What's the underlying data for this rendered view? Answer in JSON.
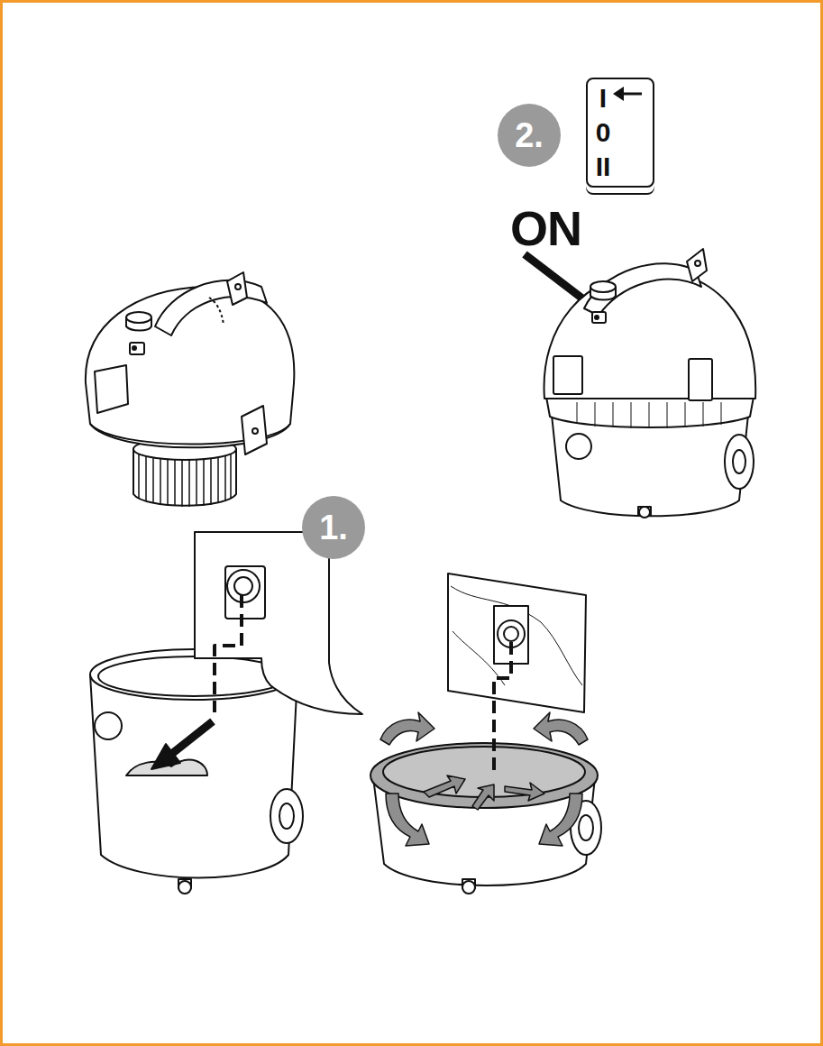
{
  "diagram": {
    "nodes": [
      {
        "text": [
          "2."
        ]
      },
      {
        "text": [
          "I",
          "0",
          "II"
        ]
      },
      {
        "text": [
          "1."
        ]
      }
    ],
    "labels": [
      "ON"
    ]
  }
}
